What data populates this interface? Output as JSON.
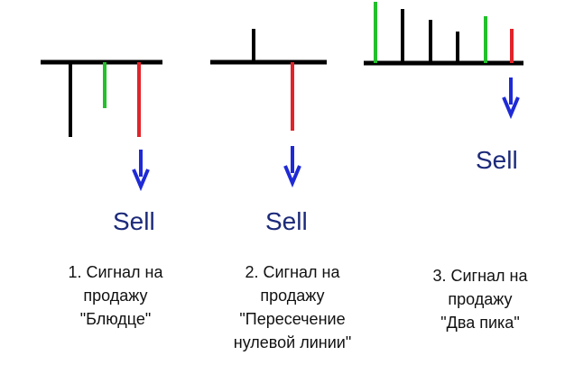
{
  "colors": {
    "baseline": "#000000",
    "black_bar": "#000000",
    "green_bar": "#22c02a",
    "red_bar": "#e0242a",
    "arrow": "#1f2ad6",
    "sell_text": "#1c2a7a"
  },
  "icons": {
    "arrow": "arrow-down-icon"
  },
  "signals": [
    {
      "sell_label": "Sell",
      "caption": [
        "1. Сигнал на",
        "продажу",
        "\"Блюдце\""
      ],
      "bars": [
        "black",
        "green",
        "red"
      ]
    },
    {
      "sell_label": "Sell",
      "caption": [
        "2. Сигнал на",
        "продажу",
        "\"Пересечение",
        "нулевой линии\""
      ],
      "bars": [
        "black",
        "red"
      ]
    },
    {
      "sell_label": "Sell",
      "caption": [
        "3. Сигнал на",
        "продажу",
        "\"Два пика\""
      ],
      "bars": [
        "green",
        "black",
        "black",
        "black",
        "green",
        "red"
      ]
    }
  ]
}
